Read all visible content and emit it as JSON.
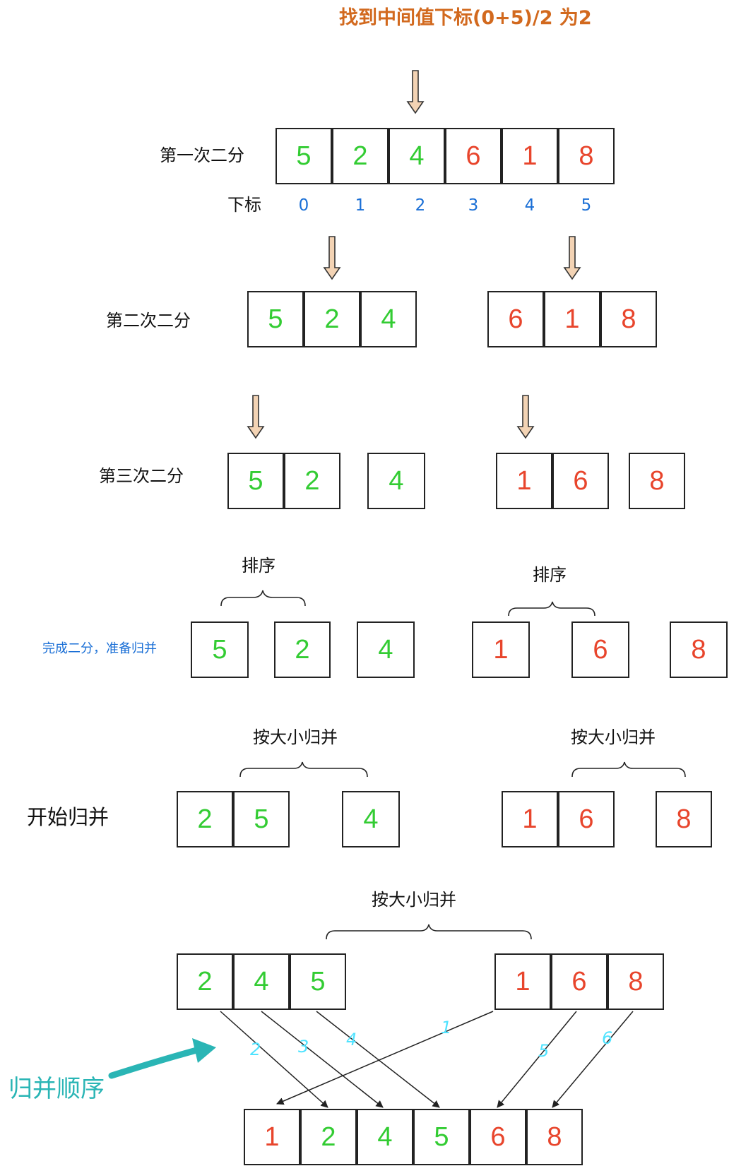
{
  "title": "找到中间值下标(0+5)/2 为2",
  "labels": {
    "first_split": "第一次二分",
    "index_label": "下标",
    "second_split": "第二次二分",
    "third_split": "第三次二分",
    "sort_left": "排序",
    "sort_right": "排序",
    "split_done": "完成二分，准备归并",
    "merge_by_size_left": "按大小归并",
    "merge_by_size_right": "按大小归并",
    "start_merge": "开始归并",
    "merge_by_size_final": "按大小归并",
    "merge_order": "归并顺序"
  },
  "rows": {
    "first": [
      "5",
      "2",
      "4",
      "6",
      "1",
      "8"
    ],
    "indices": [
      "0",
      "1",
      "2",
      "3",
      "4",
      "5"
    ],
    "second_left": [
      "5",
      "2",
      "4"
    ],
    "second_right": [
      "6",
      "1",
      "8"
    ],
    "third_left_pair": [
      "5",
      "2"
    ],
    "third_left_single": [
      "4"
    ],
    "third_right_pair": [
      "1",
      "6"
    ],
    "third_right_single": [
      "8"
    ],
    "split_done": [
      "5",
      "2",
      "4",
      "1",
      "6",
      "8"
    ],
    "merge1_left_pair": [
      "2",
      "5"
    ],
    "merge1_left_single": [
      "4"
    ],
    "merge1_right_pair": [
      "1",
      "6"
    ],
    "merge1_right_single": [
      "8"
    ],
    "merge2_left": [
      "2",
      "4",
      "5"
    ],
    "merge2_right": [
      "1",
      "6",
      "8"
    ],
    "result": [
      "1",
      "2",
      "4",
      "5",
      "6",
      "8"
    ]
  },
  "merge_steps": [
    "1",
    "2",
    "3",
    "4",
    "5",
    "6"
  ],
  "colors": {
    "title": "#d2691e",
    "left_numbers": "#33cc33",
    "right_numbers": "#e8452c",
    "index_text": "#1a6fd6",
    "order_annotation": "#2ab5b5",
    "step_numbers": "#4fe3ff",
    "arrow_fill": "#f3d3b4"
  }
}
